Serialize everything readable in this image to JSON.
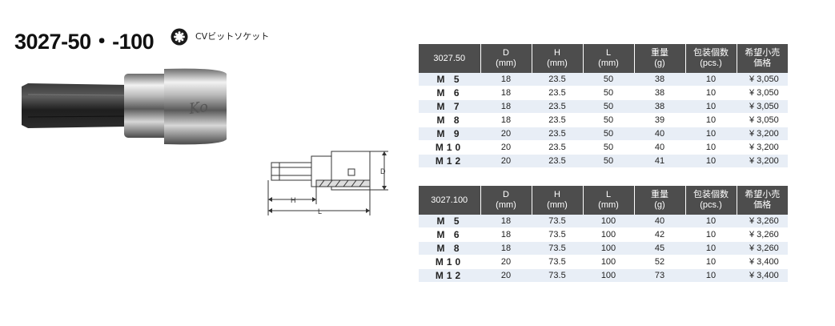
{
  "header": {
    "title": "3027-50・-100",
    "subtitle": "CVビットソケット"
  },
  "drawing": {
    "label_d": "D",
    "label_h": "H",
    "label_l": "L"
  },
  "tables": [
    {
      "model": "3027.50",
      "columns": [
        {
          "line1": "D",
          "line2": "(mm)"
        },
        {
          "line1": "H",
          "line2": "(mm)"
        },
        {
          "line1": "L",
          "line2": "(mm)"
        },
        {
          "line1": "重量",
          "line2": "(g)"
        },
        {
          "line1": "包装個数",
          "line2": "(pcs.)"
        },
        {
          "line1": "希望小売",
          "line2": "価格"
        }
      ],
      "rows": [
        {
          "size": "M 5",
          "d": "18",
          "h": "23.5",
          "l": "50",
          "weight": "38",
          "pcs": "10",
          "price": "¥ 3,050"
        },
        {
          "size": "M 6",
          "d": "18",
          "h": "23.5",
          "l": "50",
          "weight": "38",
          "pcs": "10",
          "price": "¥ 3,050"
        },
        {
          "size": "M 7",
          "d": "18",
          "h": "23.5",
          "l": "50",
          "weight": "38",
          "pcs": "10",
          "price": "¥ 3,050"
        },
        {
          "size": "M 8",
          "d": "18",
          "h": "23.5",
          "l": "50",
          "weight": "39",
          "pcs": "10",
          "price": "¥ 3,050"
        },
        {
          "size": "M 9",
          "d": "20",
          "h": "23.5",
          "l": "50",
          "weight": "40",
          "pcs": "10",
          "price": "¥ 3,200"
        },
        {
          "size": "M10",
          "d": "20",
          "h": "23.5",
          "l": "50",
          "weight": "40",
          "pcs": "10",
          "price": "¥ 3,200"
        },
        {
          "size": "M12",
          "d": "20",
          "h": "23.5",
          "l": "50",
          "weight": "41",
          "pcs": "10",
          "price": "¥ 3,200"
        }
      ]
    },
    {
      "model": "3027.100",
      "columns": [
        {
          "line1": "D",
          "line2": "(mm)"
        },
        {
          "line1": "H",
          "line2": "(mm)"
        },
        {
          "line1": "L",
          "line2": "(mm)"
        },
        {
          "line1": "重量",
          "line2": "(g)"
        },
        {
          "line1": "包装個数",
          "line2": "(pcs.)"
        },
        {
          "line1": "希望小売",
          "line2": "価格"
        }
      ],
      "rows": [
        {
          "size": "M 5",
          "d": "18",
          "h": "73.5",
          "l": "100",
          "weight": "40",
          "pcs": "10",
          "price": "¥ 3,260"
        },
        {
          "size": "M 6",
          "d": "18",
          "h": "73.5",
          "l": "100",
          "weight": "42",
          "pcs": "10",
          "price": "¥ 3,260"
        },
        {
          "size": "M 8",
          "d": "18",
          "h": "73.5",
          "l": "100",
          "weight": "45",
          "pcs": "10",
          "price": "¥ 3,260"
        },
        {
          "size": "M10",
          "d": "20",
          "h": "73.5",
          "l": "100",
          "weight": "52",
          "pcs": "10",
          "price": "¥ 3,400"
        },
        {
          "size": "M12",
          "d": "20",
          "h": "73.5",
          "l": "100",
          "weight": "73",
          "pcs": "10",
          "price": "¥ 3,400"
        }
      ]
    }
  ]
}
